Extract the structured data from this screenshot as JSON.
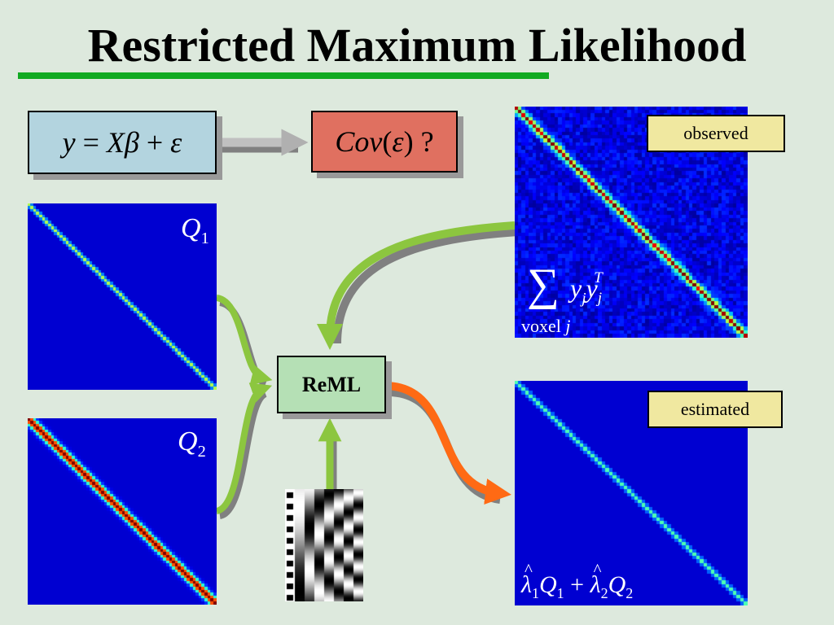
{
  "title": "Restricted Maximum Likelihood",
  "model_equation": {
    "y": "y",
    "eq": "=",
    "X": "X",
    "beta": "β",
    "plus": "+",
    "eps": "ε"
  },
  "cov_question": {
    "cov": "Cov",
    "open": "(",
    "eps": "ε",
    "close": ")",
    "q": "?"
  },
  "reml_label": "ReML",
  "observed_label": "observed",
  "estimated_label": "estimated",
  "q1": {
    "base": "Q",
    "sub": "1"
  },
  "q2": {
    "base": "Q",
    "sub": "2"
  },
  "observed_formula": {
    "sum": "∑",
    "terms_html": "y",
    "j": "j",
    "T": "T",
    "voxel": "voxel",
    "voxel_j": "j"
  },
  "estimated_formula": {
    "lambda": "λ",
    "hat": "^",
    "s1": "1",
    "s2": "2",
    "Q": "Q",
    "plus": "+"
  },
  "colors": {
    "background": "#dde9dd",
    "title_rule": "#11aa22",
    "model_box": "#b3d4df",
    "cov_box": "#e07060",
    "reml_box": "#b5e0b5",
    "label_box": "#f0e8a0",
    "green_arrow": "#8cc63f",
    "orange_arrow": "#ff6a14",
    "gray_arrow": "#b0b0b0",
    "matrix_bg": "#00128c"
  }
}
